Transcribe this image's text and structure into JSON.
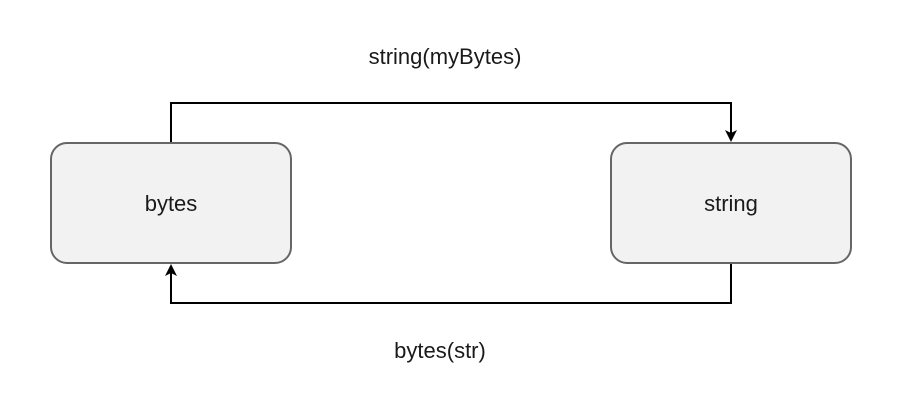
{
  "nodes": {
    "bytes": {
      "label": "bytes"
    },
    "string": {
      "label": "string"
    }
  },
  "edges": {
    "bytes_to_string": {
      "label": "string(myBytes)"
    },
    "string_to_bytes": {
      "label": "bytes(str)"
    }
  },
  "colors": {
    "node_fill": "#f2f2f2",
    "node_stroke": "#666666",
    "edge_stroke": "#000000",
    "text": "#1a1a1a"
  }
}
